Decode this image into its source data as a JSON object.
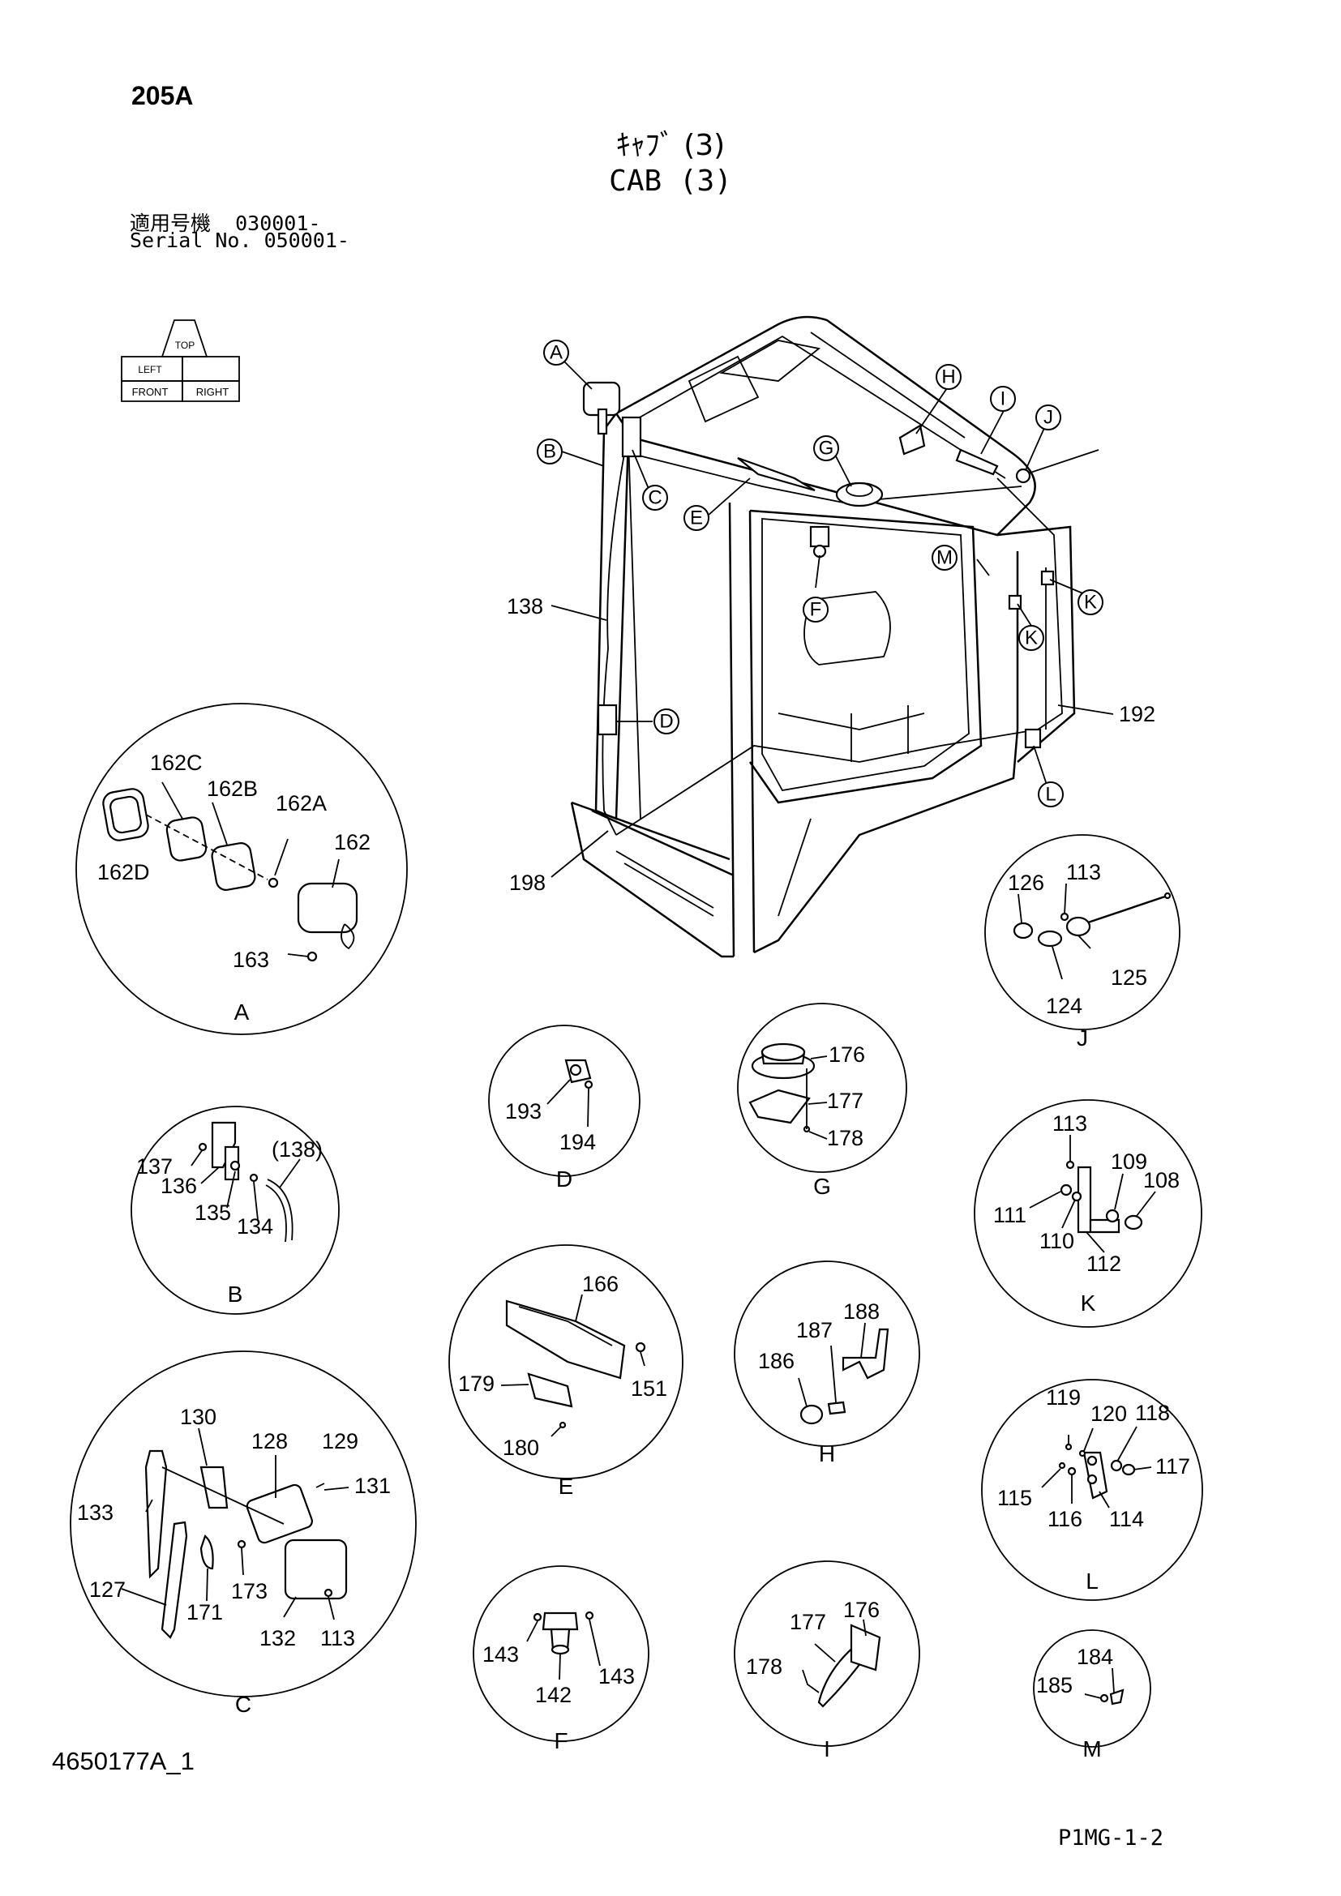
{
  "header": {
    "page_id": "205A",
    "title_jp": "ｷｬﾌﾞ (3)",
    "title_en": "CAB (3)",
    "serial_line1": "適用号機  030001-",
    "serial_line2": "Serial No. 050001-"
  },
  "orientation_icon": {
    "labels": [
      "FRONT",
      "RIGHT",
      "LEFT",
      "TOP"
    ]
  },
  "callouts": [
    "A",
    "B",
    "C",
    "D",
    "E",
    "F",
    "G",
    "H",
    "I",
    "J",
    "K",
    "K",
    "L",
    "M"
  ],
  "main_labels": [
    "138",
    "192",
    "198"
  ],
  "details": {
    "A": {
      "letter": "A",
      "parts": [
        "162C",
        "162B",
        "162A",
        "162",
        "162D",
        "163"
      ]
    },
    "B": {
      "letter": "B",
      "parts": [
        "(138)",
        "137",
        "136",
        "135",
        "134"
      ]
    },
    "C": {
      "letter": "C",
      "parts": [
        "130",
        "128",
        "129",
        "131",
        "133",
        "127",
        "173",
        "171",
        "132",
        "113"
      ]
    },
    "D": {
      "letter": "D",
      "parts": [
        "193",
        "194"
      ]
    },
    "E": {
      "letter": "E",
      "parts": [
        "166",
        "179",
        "151",
        "180"
      ]
    },
    "F": {
      "letter": "F",
      "parts": [
        "143",
        "143",
        "142"
      ]
    },
    "G": {
      "letter": "G",
      "parts": [
        "176",
        "177",
        "178"
      ]
    },
    "H": {
      "letter": "H",
      "parts": [
        "187",
        "188",
        "186"
      ]
    },
    "I": {
      "letter": "I",
      "parts": [
        "177",
        "176",
        "178"
      ]
    },
    "J": {
      "letter": "J",
      "parts": [
        "126",
        "113",
        "125",
        "124"
      ]
    },
    "K": {
      "letter": "K",
      "parts": [
        "113",
        "109",
        "108",
        "111",
        "110",
        "112"
      ]
    },
    "L": {
      "letter": "L",
      "parts": [
        "119",
        "120",
        "118",
        "117",
        "115",
        "116",
        "114"
      ]
    },
    "M": {
      "letter": "M",
      "parts": [
        "184",
        "185"
      ]
    }
  },
  "footer": {
    "doc_number": "4650177A_1",
    "page_code": "P1MG-1-2"
  }
}
